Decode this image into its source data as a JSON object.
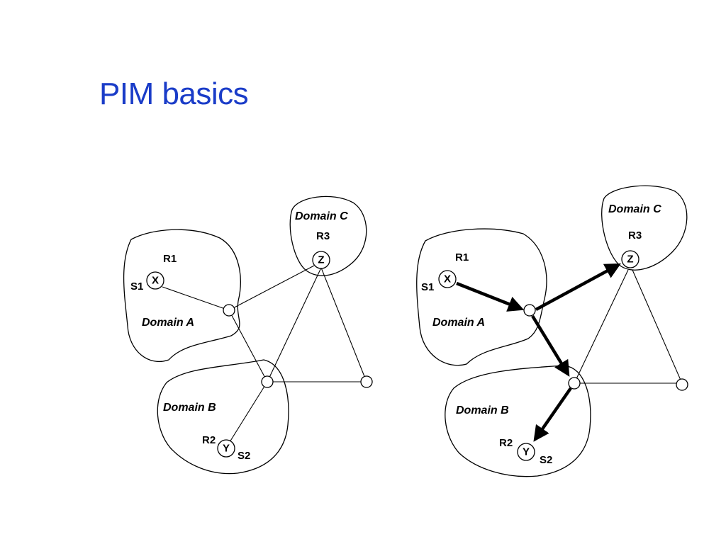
{
  "slide": {
    "title": "PIM basics"
  },
  "diagram": {
    "domains": {
      "a": "Domain A",
      "b": "Domain B",
      "c": "Domain C"
    },
    "routers": {
      "r1": "R1",
      "r2": "R2",
      "r3": "R3"
    },
    "sources": {
      "s1": "S1",
      "s2": "S2"
    },
    "nodes": {
      "x": "X",
      "y": "Y",
      "z": "Z"
    }
  }
}
